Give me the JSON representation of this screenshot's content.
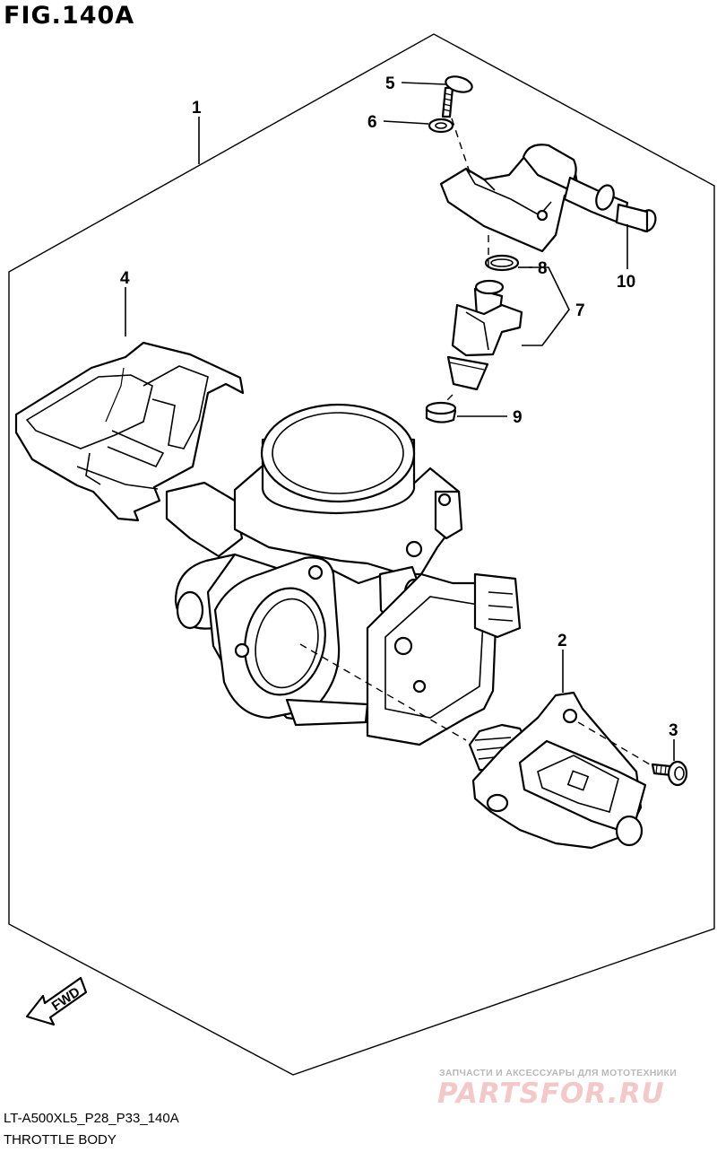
{
  "figure": {
    "title": "FIG.140A"
  },
  "callouts": [
    {
      "id": "1",
      "label": "1"
    },
    {
      "id": "2",
      "label": "2"
    },
    {
      "id": "3",
      "label": "3"
    },
    {
      "id": "4",
      "label": "4"
    },
    {
      "id": "5",
      "label": "5"
    },
    {
      "id": "6",
      "label": "6"
    },
    {
      "id": "7",
      "label": "7"
    },
    {
      "id": "8",
      "label": "8"
    },
    {
      "id": "9",
      "label": "9"
    },
    {
      "id": "10",
      "label": "10"
    }
  ],
  "direction_marker": {
    "label": "FWD"
  },
  "footer": {
    "reference_code": "LT-A500XL5_P28_P33_140A",
    "section_name": "THROTTLE BODY"
  },
  "watermark": {
    "tagline": "ЗАПЧАСТИ И АКСЕССУАРЫ ДЛЯ МОТОТЕХНИКИ",
    "brand": "PARTSFOR.RU"
  },
  "colors": {
    "line": "#000000",
    "background": "#ffffff",
    "watermark_text": "#b9b9b9",
    "watermark_logo": "#f3c8c8"
  }
}
